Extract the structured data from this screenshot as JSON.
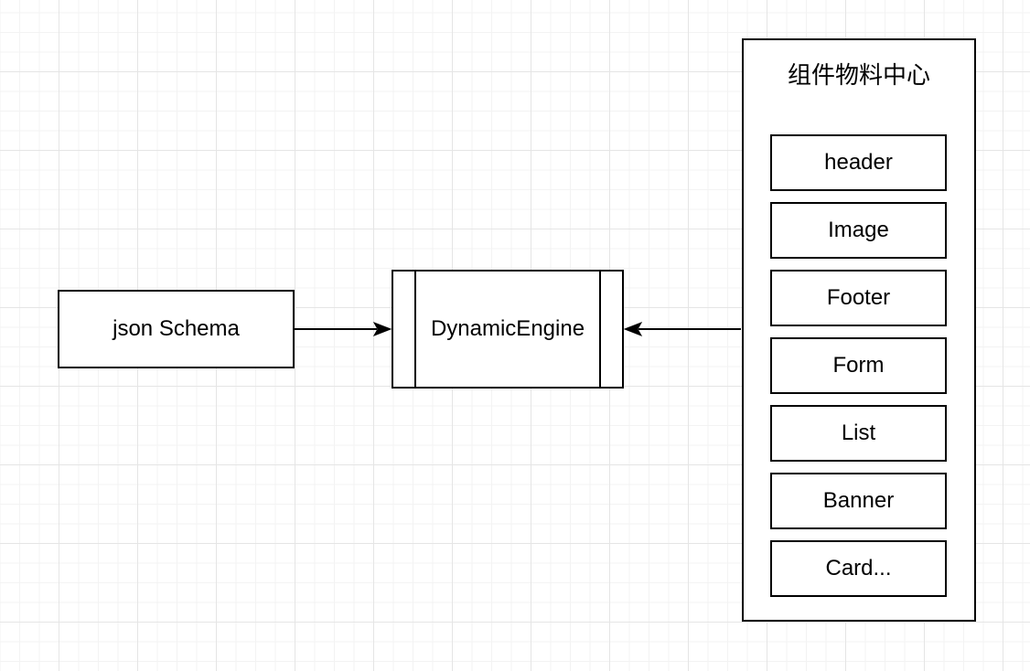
{
  "diagram": {
    "nodes": {
      "json_schema": {
        "label": "json Schema"
      },
      "dynamic_engine": {
        "label": "DynamicEngine",
        "shape": "process"
      },
      "materials_center": {
        "title": "组件物料中心",
        "items": [
          "header",
          "Image",
          "Footer",
          "Form",
          "List",
          "Banner",
          "Card..."
        ]
      }
    },
    "edges": [
      {
        "from": "json_schema",
        "to": "dynamic_engine",
        "arrowhead": "into-engine-left"
      },
      {
        "from": "materials_center",
        "to": "dynamic_engine",
        "arrowhead": "into-engine-right"
      }
    ],
    "colors": {
      "stroke": "#000000",
      "node_fill": "#ffffff",
      "background": "#ffffff",
      "grid_minor": "#f3f3f3",
      "grid_major": "#e5e5e5"
    }
  }
}
